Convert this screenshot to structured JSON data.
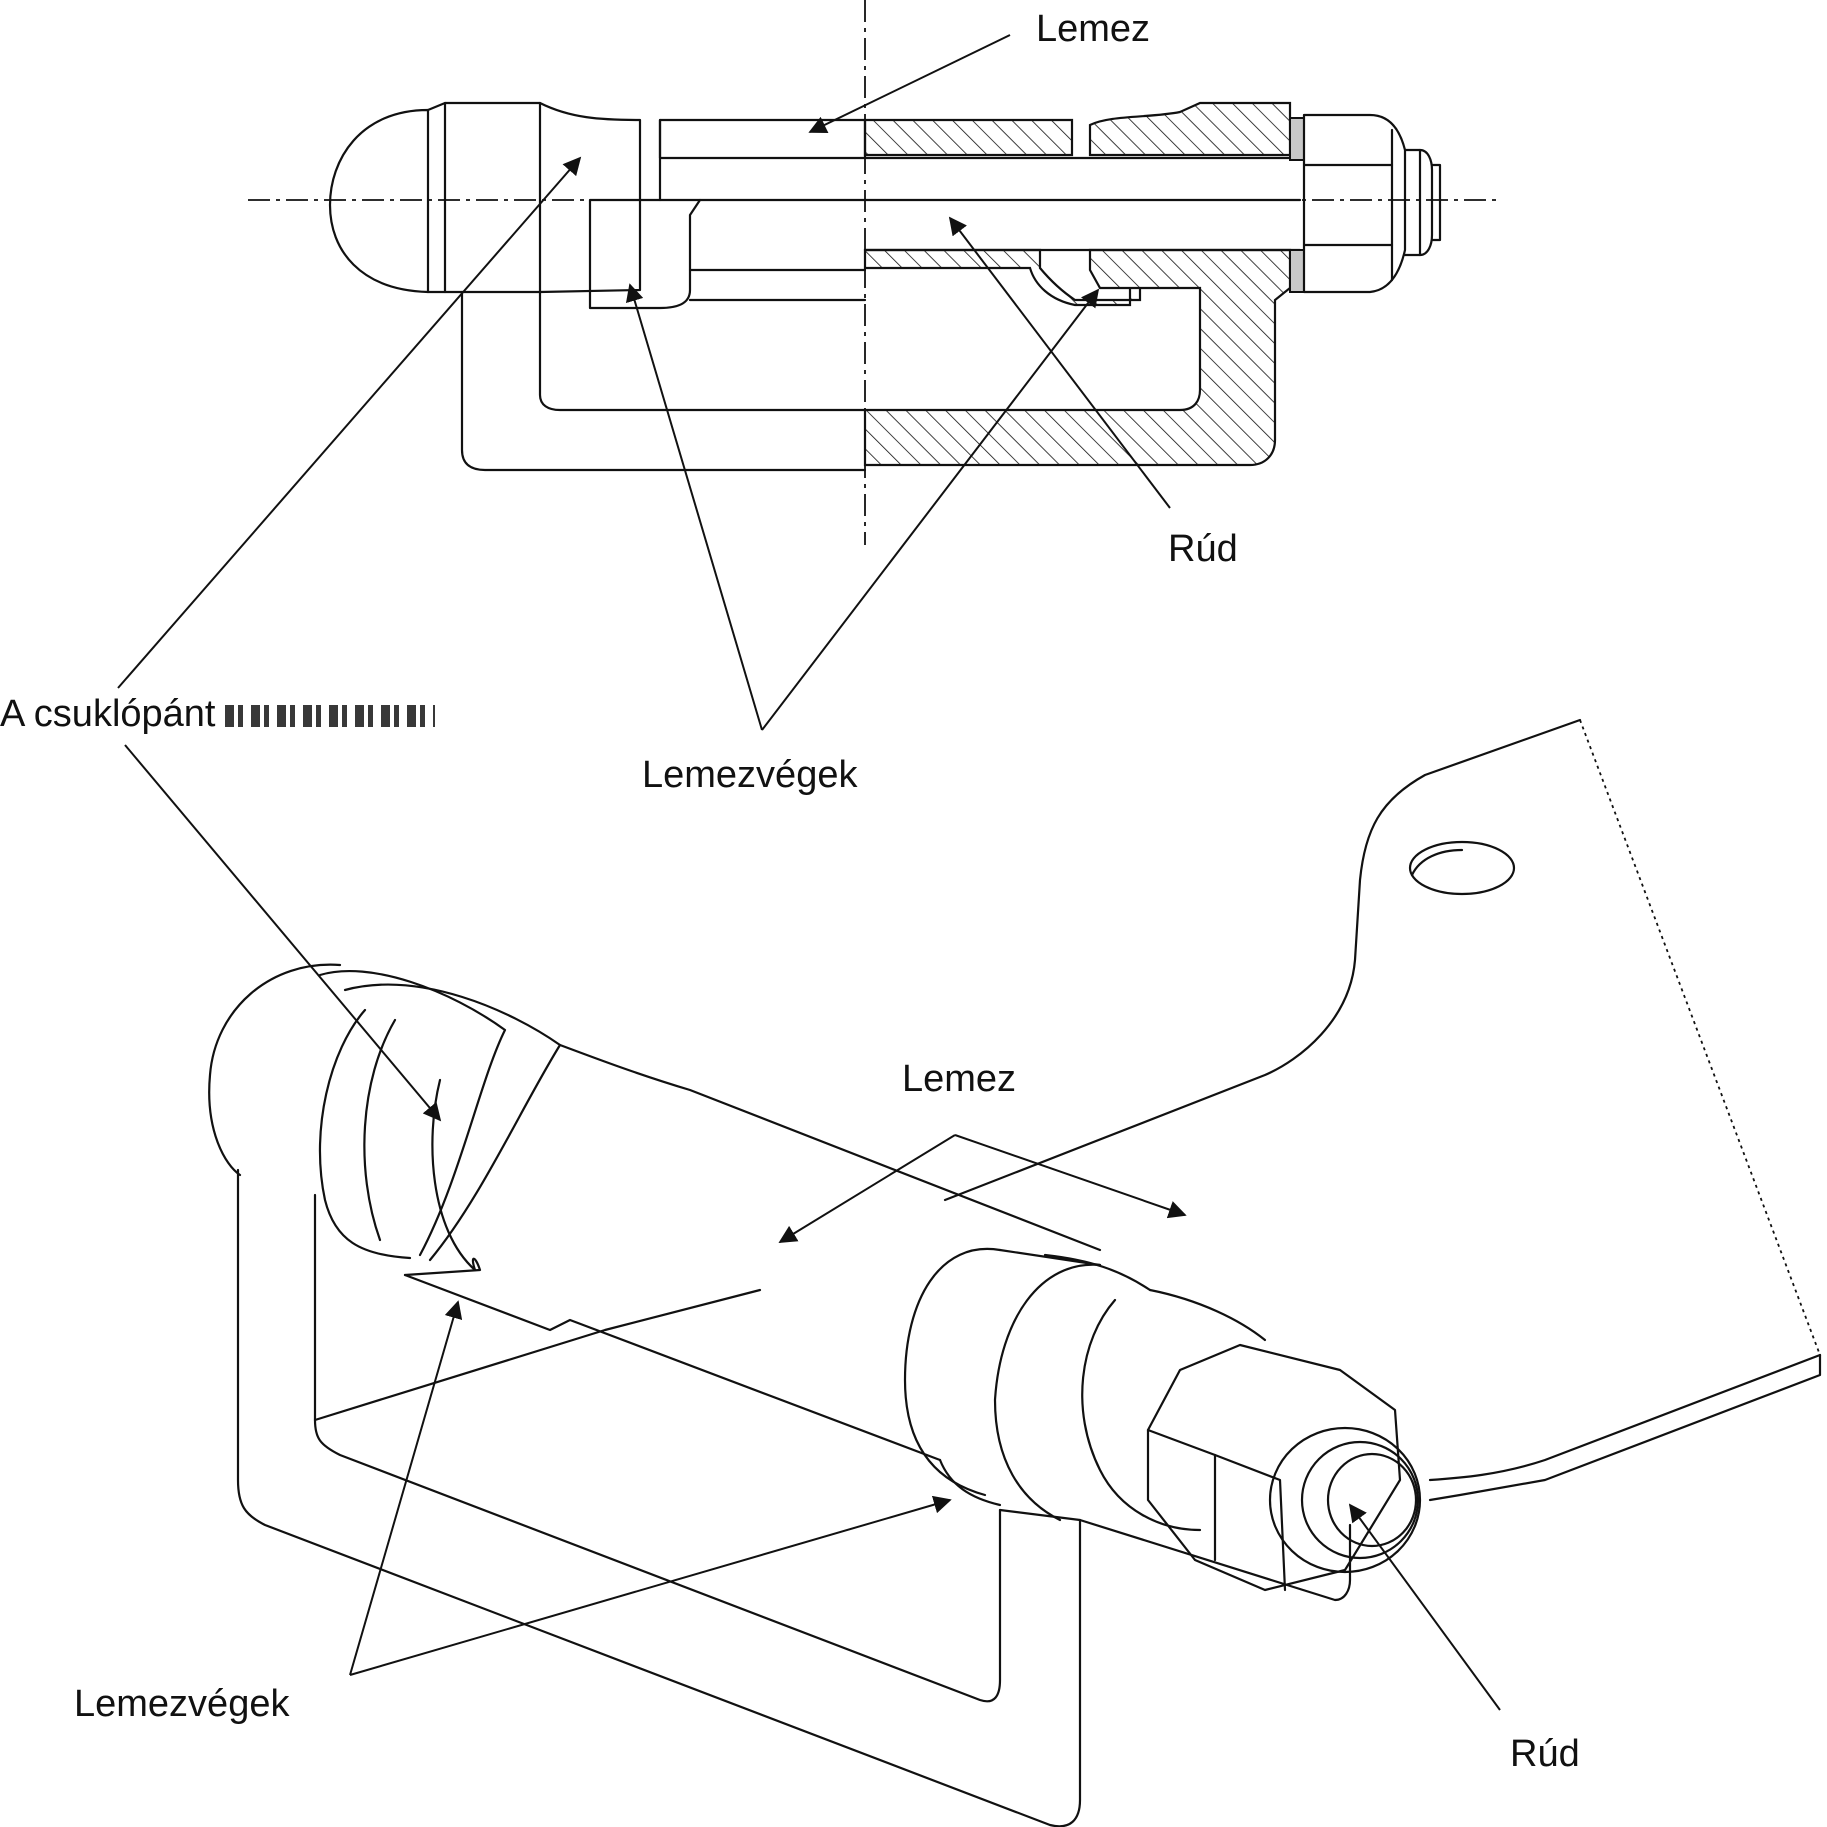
{
  "labels": {
    "top_lemez": "Lemez",
    "top_rud": "Rúd",
    "csuklopant": "A csuklópánt",
    "top_lemezvegek": "Lemezvégek",
    "iso_lemez": "Lemez",
    "iso_lemezvegek": "Lemezvégek",
    "iso_rud": "Rúd"
  },
  "colors": {
    "ink": "#111111",
    "spacer": "#c8c8c8"
  }
}
